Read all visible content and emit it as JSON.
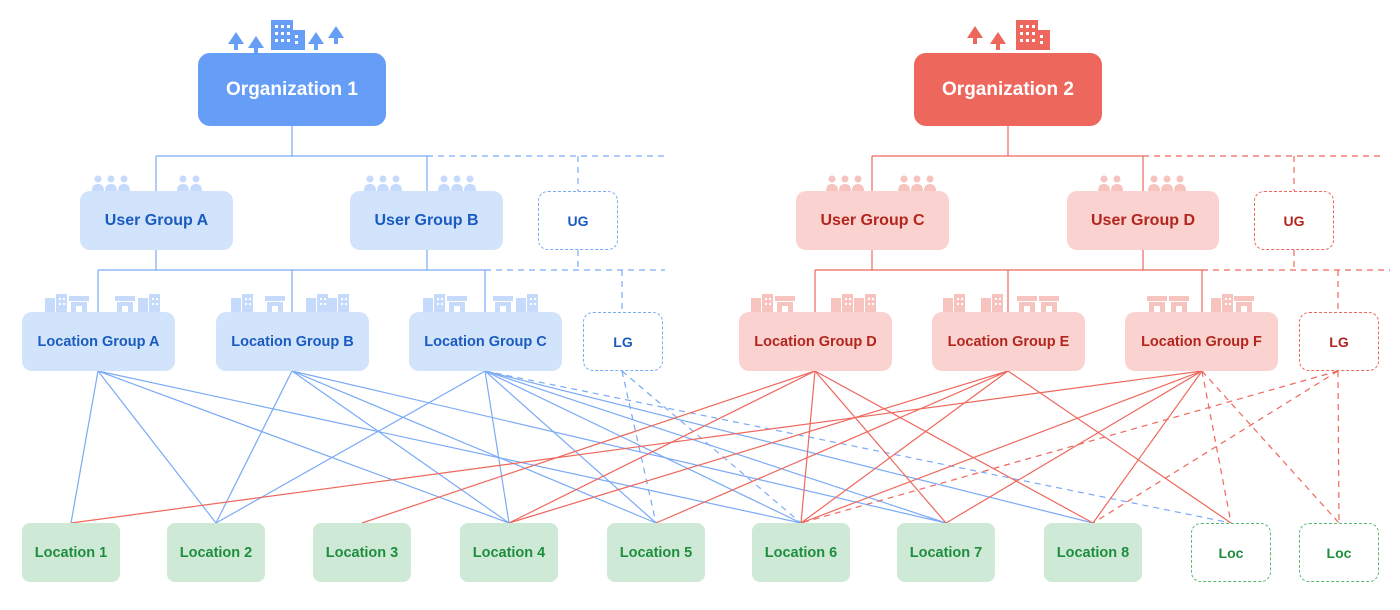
{
  "colors": {
    "org1_accent": "#669df6",
    "org2_accent": "#ee675c",
    "user_group_org1": "#d2e3fc",
    "user_group_org2": "#fad2cf",
    "location": "#ceead6",
    "location_text": "#1e8e3e"
  },
  "organizations": [
    {
      "label": "Organization 1",
      "icon": "city-skyline-icon"
    },
    {
      "label": "Organization 2",
      "icon": "city-skyline-icon"
    }
  ],
  "user_groups": [
    {
      "label": "User Group A",
      "org": 1,
      "icon": "people-icon"
    },
    {
      "label": "User Group B",
      "org": 1,
      "icon": "people-icon"
    },
    {
      "label": "UG",
      "org": 1,
      "placeholder": true
    },
    {
      "label": "User Group C",
      "org": 2,
      "icon": "people-icon"
    },
    {
      "label": "User Group D",
      "org": 2,
      "icon": "people-icon"
    },
    {
      "label": "UG",
      "org": 2,
      "placeholder": true
    }
  ],
  "location_groups": [
    {
      "label": "Location Group A",
      "org": 1,
      "icon": "buildings-icon"
    },
    {
      "label": "Location Group B",
      "org": 1,
      "icon": "buildings-icon"
    },
    {
      "label": "Location Group C",
      "org": 1,
      "icon": "buildings-icon"
    },
    {
      "label": "LG",
      "org": 1,
      "placeholder": true
    },
    {
      "label": "Location Group D",
      "org": 2,
      "icon": "buildings-icon"
    },
    {
      "label": "Location Group E",
      "org": 2,
      "icon": "buildings-icon"
    },
    {
      "label": "Location Group F",
      "org": 2,
      "icon": "buildings-icon"
    },
    {
      "label": "LG",
      "org": 2,
      "placeholder": true
    }
  ],
  "locations": [
    {
      "label": "Location 1"
    },
    {
      "label": "Location 2"
    },
    {
      "label": "Location 3"
    },
    {
      "label": "Location 4"
    },
    {
      "label": "Location 5"
    },
    {
      "label": "Location 6"
    },
    {
      "label": "Location 7"
    },
    {
      "label": "Location 8"
    },
    {
      "label": "Loc",
      "placeholder": true
    },
    {
      "label": "Loc",
      "placeholder": true
    }
  ]
}
